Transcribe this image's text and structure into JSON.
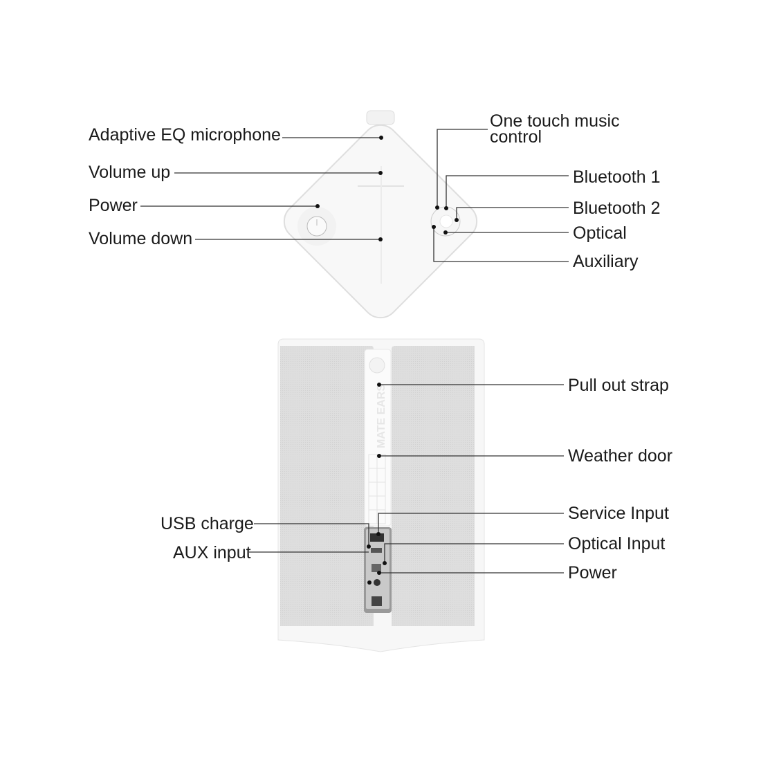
{
  "top_view": {
    "left_labels": [
      "Adaptive EQ microphone",
      "Volume up",
      "Power",
      "Volume down"
    ],
    "right_labels": {
      "one_touch": [
        "One touch music",
        "control"
      ],
      "bluetooth1": "Bluetooth 1",
      "bluetooth2": "Bluetooth 2",
      "optical": "Optical",
      "auxiliary": "Auxiliary"
    }
  },
  "side_view": {
    "logo_text": "MATE EARS",
    "right_labels": [
      "Pull out strap",
      "Weather door",
      "Service Input",
      "Optical Input",
      "Power"
    ],
    "left_labels": [
      "USB charge",
      "AUX input"
    ]
  },
  "colors": {
    "device_white": "#f7f7f7",
    "fabric_grey": "#dcdcdc",
    "port_panel": "#8e8e8e",
    "leader_line": "#333333"
  }
}
